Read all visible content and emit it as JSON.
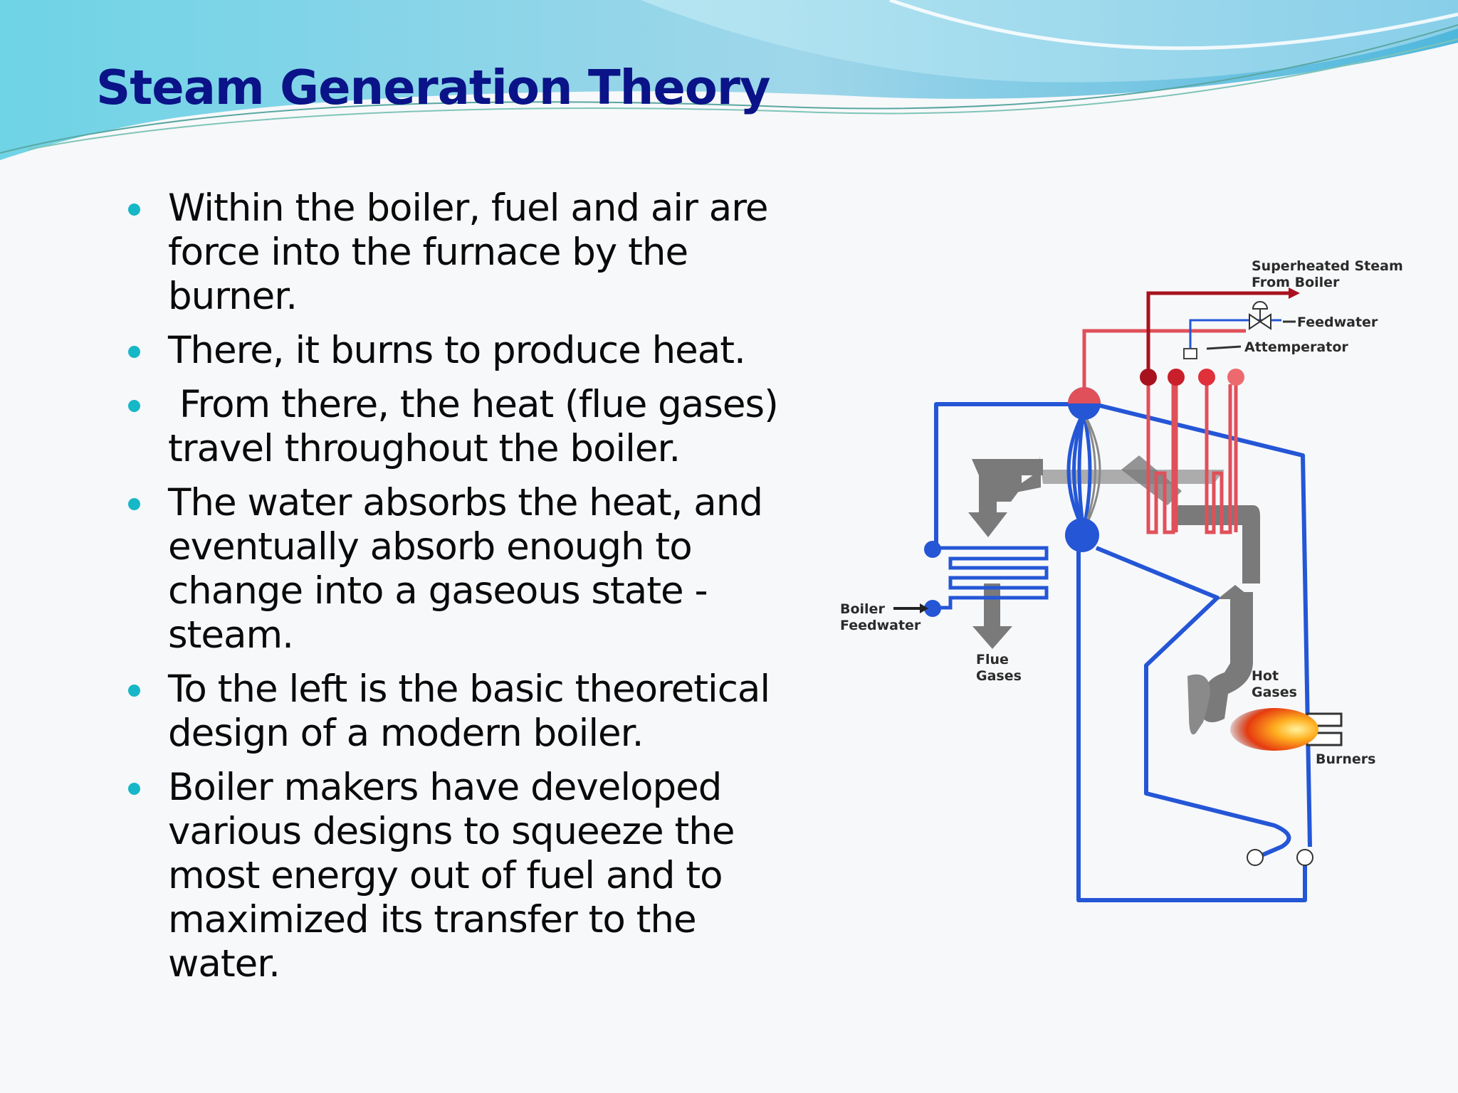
{
  "slide": {
    "title": "Steam Generation Theory",
    "bullets": [
      "Within the boiler, fuel and air are force into the furnace by the burner.",
      "There, it burns to produce heat.",
      " From there, the heat (flue gases) travel throughout the boiler.",
      "The water absorbs the heat, and eventually absorb enough to change into a gaseous state - steam.",
      "To the left is the basic theoretical design of a modern boiler.",
      "Boiler makers have developed various designs to squeeze the most energy out of fuel and to maximized its transfer to the water."
    ]
  },
  "diagram": {
    "labels": {
      "superheated_steam_line1": "Superheated Steam",
      "superheated_steam_line2": "From Boiler",
      "feedwater": "Feedwater",
      "attemperator": "Attemperator",
      "boiler_feedwater_line1": "Boiler",
      "boiler_feedwater_line2": "Feedwater",
      "flue_gases_line1": "Flue",
      "flue_gases_line2": "Gases",
      "hot_gases_line1": "Hot",
      "hot_gases_line2": "Gases",
      "burners": "Burners"
    }
  },
  "colors": {
    "title": "#0a1387",
    "bullet_marker": "#16b7c7",
    "water_pipe": "#2456d6",
    "steam_pipe": "#e0505a",
    "superheated_pipe": "#a8121e",
    "gas_arrow": "#7a7a7a"
  },
  "icons": [
    "bullet-dot",
    "flame-icon",
    "valve-icon",
    "arrow-icon"
  ]
}
